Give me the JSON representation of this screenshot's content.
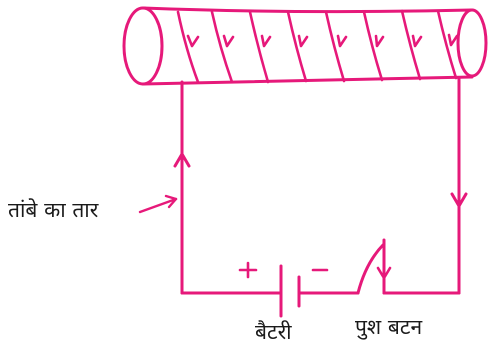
{
  "labels": {
    "copper_wire": "तांबे का तार",
    "battery": "बैटरी",
    "push_button": "पुश बटन"
  },
  "battery_signs": {
    "positive": "+",
    "negative": "-"
  },
  "colors": {
    "wire": "#e6197a",
    "text": "#1a1a1a",
    "background": "#ffffff"
  }
}
